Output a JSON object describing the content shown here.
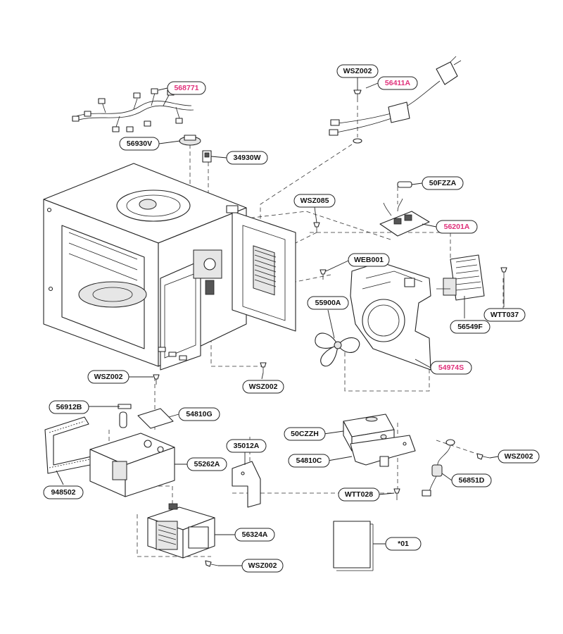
{
  "highlight_color": "#e0307a",
  "text_color": "#111111",
  "labels": {
    "p568771": "568771",
    "p56411A": "56411A",
    "wsz002_top": "WSZ002",
    "p56930V": "56930V",
    "p34930W": "34930W",
    "p50FZZA": "50FZZA",
    "wsz085": "WSZ085",
    "p56201A": "56201A",
    "web001": "WEB001",
    "p55900A": "55900A",
    "wtt037": "WTT037",
    "p56549F": "56549F",
    "p54974S": "54974S",
    "wsz002_left": "WSZ002",
    "wsz002_mid": "WSZ002",
    "p56912B": "56912B",
    "p54810G": "54810G",
    "p35012A": "35012A",
    "p55262A": "55262A",
    "p948502": "948502",
    "p56324A": "56324A",
    "wsz002_bottom": "WSZ002",
    "p50CZZH": "50CZZH",
    "p54810C": "54810C",
    "wsz002_right": "WSZ002",
    "p56851D": "56851D",
    "wtt028": "WTT028",
    "p01": "*01"
  }
}
